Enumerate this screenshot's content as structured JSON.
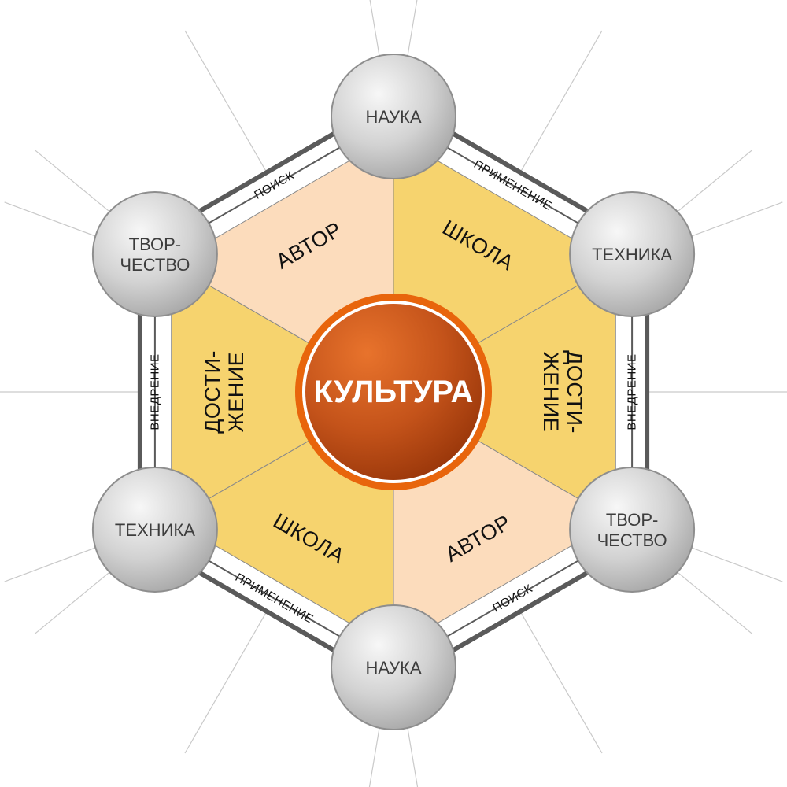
{
  "center": {
    "label": "КУЛЬТУРА",
    "colors": {
      "outer": "#e8650c",
      "core_light": "#e06a26",
      "core_dark": "#9e3a0a"
    }
  },
  "nodes": [
    {
      "lines": [
        "НАУКА"
      ]
    },
    {
      "lines": [
        "ТЕХНИКА"
      ]
    },
    {
      "lines": [
        "ТВОР-",
        "ЧЕСТВО"
      ]
    },
    {
      "lines": [
        "НАУКА"
      ]
    },
    {
      "lines": [
        "ТЕХНИКА"
      ]
    },
    {
      "lines": [
        "ТВОР-",
        "ЧЕСТВО"
      ]
    }
  ],
  "bands": [
    {
      "label": "ПРИМЕНЕНИЕ"
    },
    {
      "label": "ВНЕДРЕНИЕ"
    },
    {
      "label": "ПОИСК"
    },
    {
      "label": "ПРИМЕНЕНИЕ"
    },
    {
      "label": "ВНЕДРЕНИЕ"
    },
    {
      "label": "ПОИСК"
    }
  ],
  "segments": [
    {
      "lines": [
        "ШКОЛА"
      ],
      "color": "#f6d36e"
    },
    {
      "lines": [
        "ДОСТИ-",
        "ЖЕНИЕ"
      ],
      "color": "#f6d36e"
    },
    {
      "lines": [
        "АВТОР"
      ],
      "color": "#fcdcbc"
    },
    {
      "lines": [
        "ШКОЛА"
      ],
      "color": "#f6d36e"
    },
    {
      "lines": [
        "ДОСТИ-",
        "ЖЕНИЕ"
      ],
      "color": "#f6d36e"
    },
    {
      "lines": [
        "АВТОР"
      ],
      "color": "#fcdcbc"
    }
  ],
  "colors": {
    "hexagon_border": "#5a5a5a",
    "divider": "#8a8a8a",
    "node_light": "#f4f4f4",
    "node_dark": "#a9a9a9",
    "node_stroke": "#8e8e8e"
  }
}
